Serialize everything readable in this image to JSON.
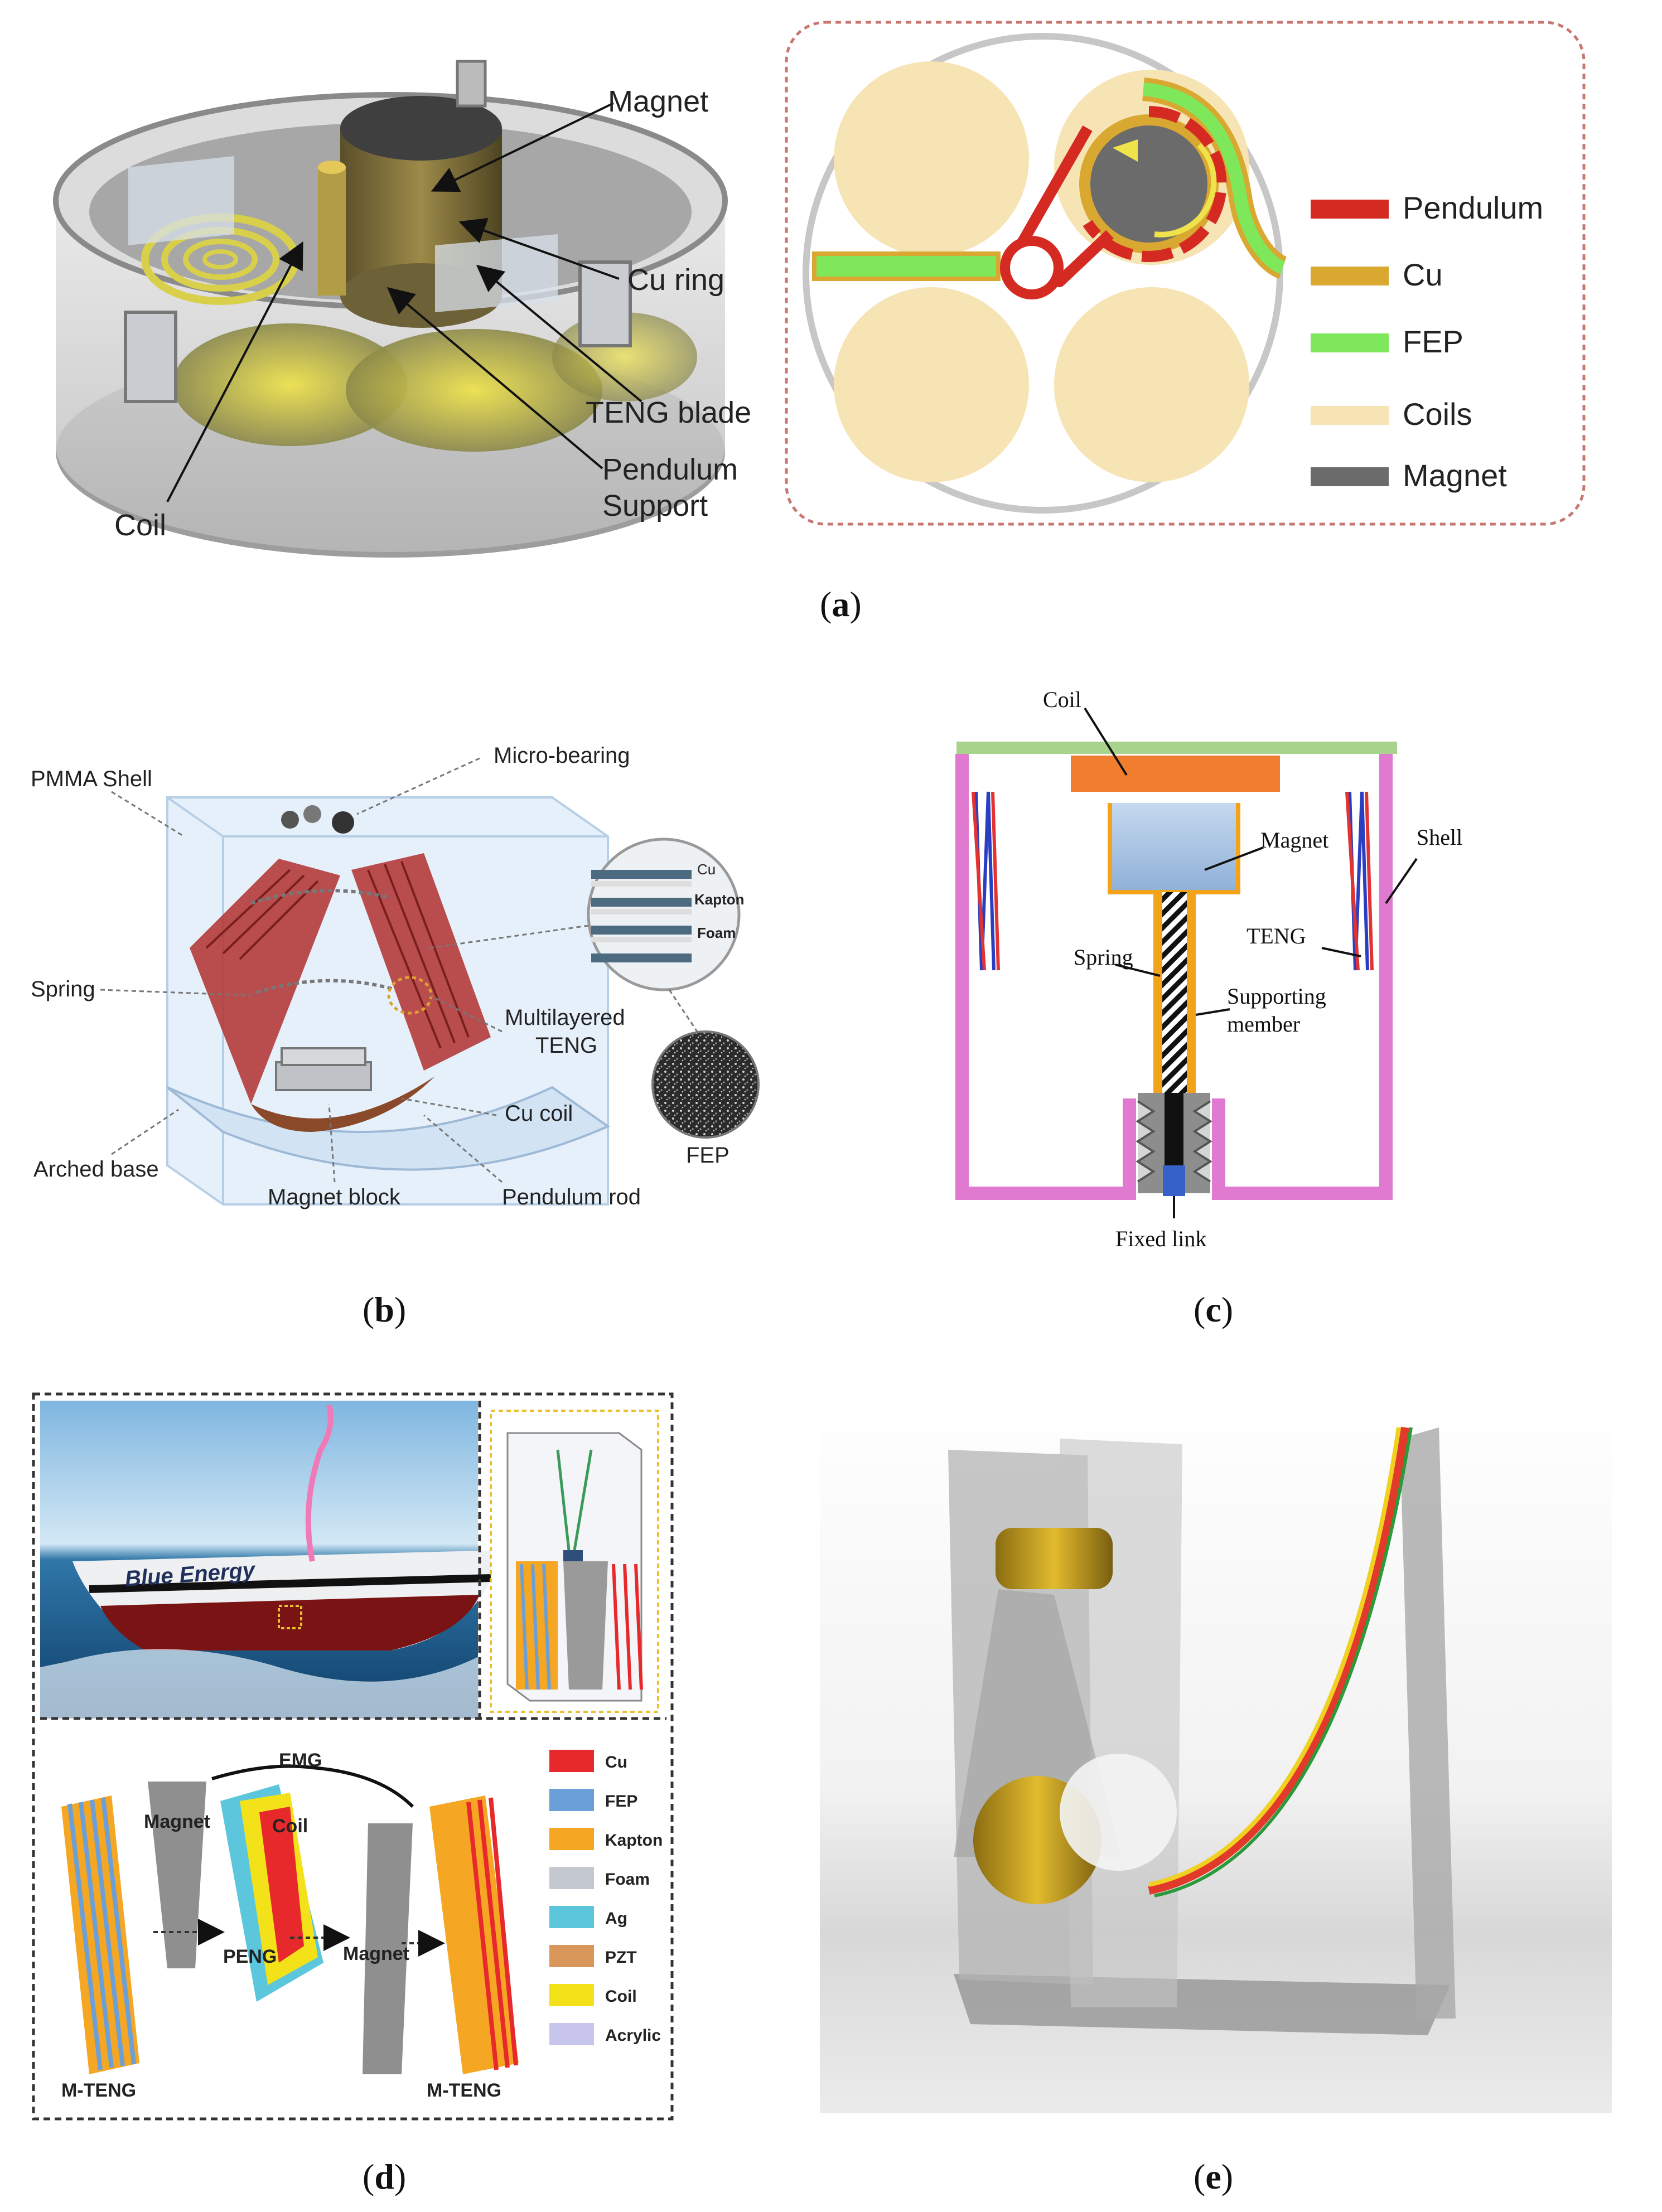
{
  "panel_a": {
    "caption": "(a)",
    "labels": {
      "magnet": "Magnet",
      "cu_ring": "Cu ring",
      "teng_blade": "TENG blade",
      "pendulum_support_1": "Pendulum",
      "pendulum_support_2": "Support",
      "coil": "Coil"
    },
    "legend": [
      {
        "label": "Pendulum",
        "color": "#d42a22"
      },
      {
        "label": "Cu",
        "color": "#d9a830"
      },
      {
        "label": "FEP",
        "color": "#7ee85a"
      },
      {
        "label": "Coils",
        "color": "#f7e4b4"
      },
      {
        "label": "Magnet",
        "color": "#6b6b6b"
      }
    ]
  },
  "panel_b": {
    "caption": "(b)",
    "labels": {
      "pmma_shell": "PMMA Shell",
      "micro_bearing": "Micro-bearing",
      "spring": "Spring",
      "multilayered_1": "Multilayered",
      "multilayered_2": "TENG",
      "cu_coil": "Cu coil",
      "arched_base": "Arched base",
      "magnet_block": "Magnet block",
      "pendulum_rod": "Pendulum rod",
      "fep": "FEP",
      "inset_cu": "Cu",
      "inset_kapton": "Kapton",
      "inset_foam": "Foam"
    }
  },
  "panel_c": {
    "caption": "(c)",
    "labels": {
      "coil": "Coil",
      "magnet": "Magnet",
      "shell": "Shell",
      "teng": "TENG",
      "spring": "Spring",
      "supporting_1": "Supporting",
      "supporting_2": "member",
      "fixed_link": "Fixed link"
    }
  },
  "panel_d": {
    "caption": "(d)",
    "labels": {
      "ship": "Blue Energy",
      "emg": "EMG",
      "magnet_left": "Magnet",
      "coil": "Coil",
      "peng": "PENG",
      "magnet_right": "Magnet",
      "mteng_left": "M-TENG",
      "mteng_right": "M-TENG"
    },
    "legend": [
      {
        "label": "Cu",
        "color": "#e8292c"
      },
      {
        "label": "FEP",
        "color": "#6a9fd8"
      },
      {
        "label": "Kapton",
        "color": "#f5a623"
      },
      {
        "label": "Foam",
        "color": "#c4c9d1"
      },
      {
        "label": "Ag",
        "color": "#5cc6dc"
      },
      {
        "label": "PZT",
        "color": "#d9985a"
      },
      {
        "label": "Coil",
        "color": "#f3e21a"
      },
      {
        "label": "Acrylic",
        "color": "#c7c5ec"
      }
    ]
  },
  "panel_e": {
    "caption": "(e)"
  }
}
